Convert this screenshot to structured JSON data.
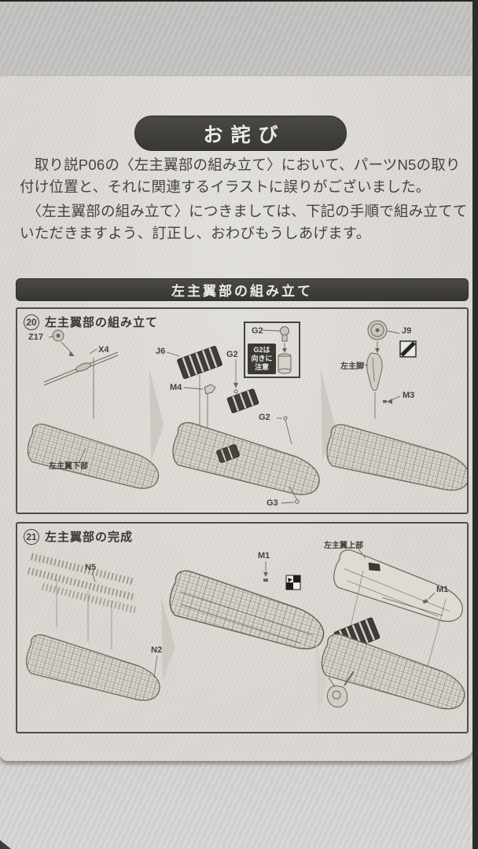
{
  "colors": {
    "paper": "#dbd8d3",
    "surface": "#c8c7c5",
    "ink": "#6d6558",
    "header_bar": "#3d3b38",
    "badge": "#3b3936",
    "header_text": "#edebe7"
  },
  "notice": {
    "title": "お詫び",
    "paragraph1": "　取り説P06の〈左主翼部の組み立て〉において、パーツN5の取り付け位置と、それに関連するイラストに誤りがございました。",
    "paragraph2": "　〈左主翼部の組み立て〉につきましては、下記の手順で組み立てていただきますよう、訂正し、おわびもうしあげます。",
    "section_header": "左主翼部の組み立て"
  },
  "step20": {
    "number": "20",
    "title": "左主翼部の組み立て",
    "note_lines": [
      "G2は",
      "向きに",
      "注意"
    ],
    "labels": {
      "z17": "Z17",
      "x4": "X4",
      "j6": "J6",
      "m4": "M4",
      "g2_inset": "G2",
      "g2_mid": "G2",
      "g2_right": "G2",
      "g3": "G3",
      "j9": "J9",
      "m3": "M3",
      "left_main_gear": "左主脚",
      "lower_wing": "左主翼下部"
    }
  },
  "step21": {
    "number": "21",
    "title": "左主翼部の完成",
    "labels": {
      "n5": "N5",
      "n2": "N2",
      "m1_left": "M1",
      "m1_right": "M1",
      "upper_wing": "左主翼上部"
    }
  },
  "icons": {
    "hatched_square": "no-cement-symbol",
    "checker_square": "marking-symbol"
  }
}
